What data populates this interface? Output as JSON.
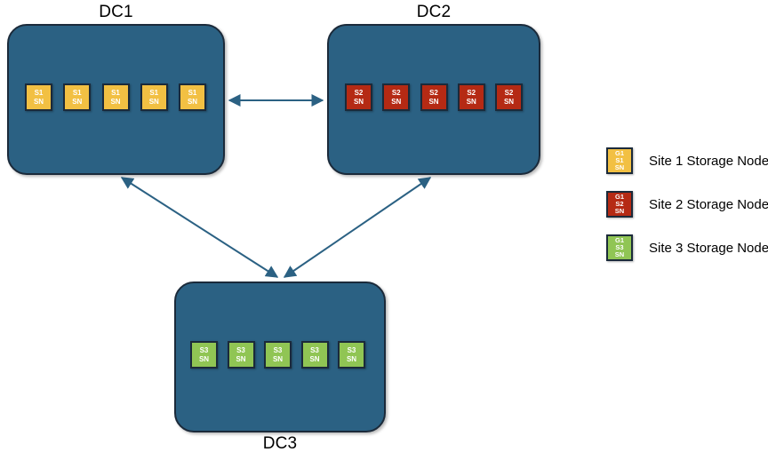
{
  "diagram": {
    "type": "three-site-storage-topology",
    "datacenters": [
      {
        "id": "dc1",
        "title": "DC1",
        "node_class": "node-s1",
        "nodes": [
          {
            "line1": "S1",
            "line2": "SN"
          },
          {
            "line1": "S1",
            "line2": "SN"
          },
          {
            "line1": "S1",
            "line2": "SN"
          },
          {
            "line1": "S1",
            "line2": "SN"
          },
          {
            "line1": "S1",
            "line2": "SN"
          }
        ]
      },
      {
        "id": "dc2",
        "title": "DC2",
        "node_class": "node-s2",
        "nodes": [
          {
            "line1": "S2",
            "line2": "SN"
          },
          {
            "line1": "S2",
            "line2": "SN"
          },
          {
            "line1": "S2",
            "line2": "SN"
          },
          {
            "line1": "S2",
            "line2": "SN"
          },
          {
            "line1": "S2",
            "line2": "SN"
          }
        ]
      },
      {
        "id": "dc3",
        "title": "DC3",
        "node_class": "node-s3",
        "nodes": [
          {
            "line1": "S3",
            "line2": "SN"
          },
          {
            "line1": "S3",
            "line2": "SN"
          },
          {
            "line1": "S3",
            "line2": "SN"
          },
          {
            "line1": "S3",
            "line2": "SN"
          },
          {
            "line1": "S3",
            "line2": "SN"
          }
        ]
      }
    ],
    "connections": [
      {
        "id": "dc1-dc2",
        "from": "dc1",
        "to": "dc2",
        "style": "double-headed"
      },
      {
        "id": "dc1-dc3",
        "from": "dc1",
        "to": "dc3",
        "style": "double-headed"
      },
      {
        "id": "dc2-dc3",
        "from": "dc2",
        "to": "dc3",
        "style": "double-headed"
      }
    ]
  },
  "legend": {
    "items": [
      {
        "swatch_class": "node-s1",
        "swatch_line1": "G1",
        "swatch_line2": "S1",
        "swatch_line3": "SN",
        "label": "Site 1 Storage Node"
      },
      {
        "swatch_class": "node-s2",
        "swatch_line1": "G1",
        "swatch_line2": "S2",
        "swatch_line3": "SN",
        "label": "Site 2 Storage Node"
      },
      {
        "swatch_class": "node-s3",
        "swatch_line1": "G1",
        "swatch_line2": "S3",
        "swatch_line3": "SN",
        "label": "Site 3 Storage Node"
      }
    ]
  },
  "colors": {
    "dc_fill": "#2b6183",
    "dc_border": "#1b2a3a",
    "site1": "#f2c043",
    "site2": "#b52a14",
    "site3": "#90c554",
    "arrow": "#2b6183",
    "background": "#ffffff"
  }
}
